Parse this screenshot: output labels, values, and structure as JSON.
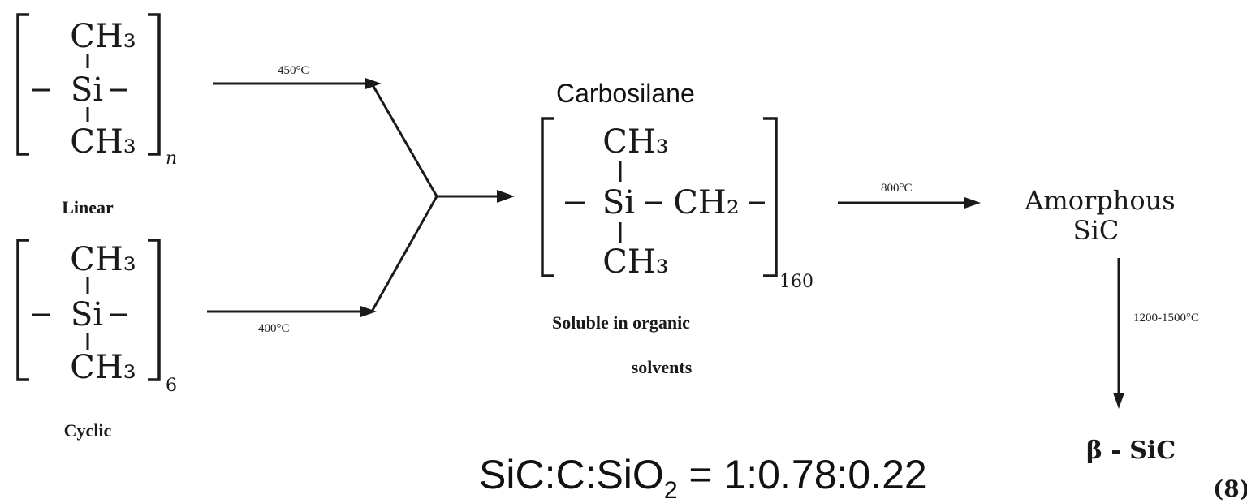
{
  "linear": {
    "group_top": "CH₃",
    "group_mid": "Si",
    "group_bottom": "CH₃",
    "subscript": "n",
    "label": "Linear"
  },
  "cyclic": {
    "group_top": "CH₃",
    "group_mid": "Si",
    "group_bottom": "CH₃",
    "subscript": "6",
    "label": "Cyclic"
  },
  "arrows": {
    "linear_temp": "450°C",
    "cyclic_temp": "400°C",
    "carbosilane_temp": "800°C",
    "crystallize_temp": "1200-1500°C"
  },
  "carbosilane": {
    "title": "Carbosilane",
    "group_top": "CH₃",
    "group_mid": "Si",
    "group_side": "CH₂",
    "group_bottom": "CH₃",
    "subscript": "160",
    "note_line1": "Soluble in organic",
    "note_line2": "solvents"
  },
  "amorphous": {
    "line1": "Amorphous",
    "line2": "SiC"
  },
  "beta": {
    "label": "β - SiC"
  },
  "ratio": {
    "left": "SiC:C:SiO",
    "sub": "2",
    "right": " = 1:0.78:0.22"
  },
  "equation_number": "(8)"
}
